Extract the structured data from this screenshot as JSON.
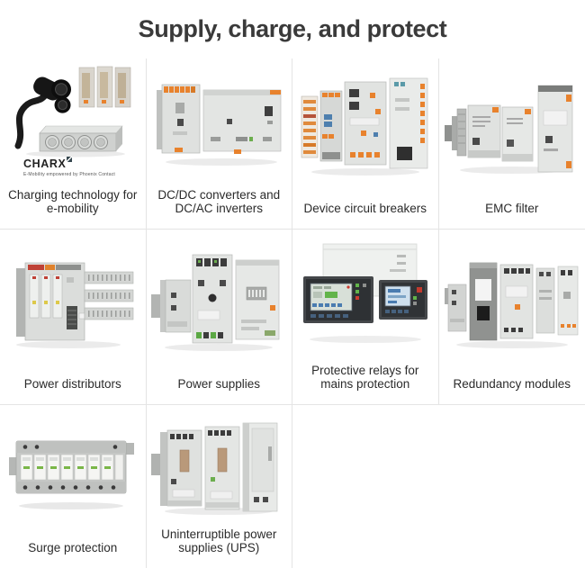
{
  "page": {
    "title": "Supply, charge, and protect"
  },
  "colors": {
    "accent_orange": "#e8822d",
    "device_grey": "#dcdedc",
    "grid_line": "#e4e4e4",
    "title_text": "#3a3a3a",
    "label_text": "#2b2b2b",
    "relay_dark": "#44474a",
    "led_green": "#7ab648"
  },
  "charx": {
    "brand": "CHARX",
    "tagline": "E-Mobility empowered by Phoenix Contact",
    "logo_icon": "phoenix-contact-logo-icon"
  },
  "categories": [
    {
      "label": "Charging technology for e-mobility",
      "image": "ev-charging-products-image"
    },
    {
      "label": "DC/DC converters and DC/AC inverters",
      "image": "dc-converters-image"
    },
    {
      "label": "Device circuit breakers",
      "image": "circuit-breakers-image"
    },
    {
      "label": "EMC filter",
      "image": "emc-filter-image"
    },
    {
      "label": "Power distributors",
      "image": "power-distributors-image"
    },
    {
      "label": "Power supplies",
      "image": "power-supplies-image"
    },
    {
      "label": "Protective relays for mains protection",
      "image": "protective-relays-image"
    },
    {
      "label": "Redundancy modules",
      "image": "redundancy-modules-image"
    },
    {
      "label": "Surge protection",
      "image": "surge-protection-image"
    },
    {
      "label": "Uninterruptible power supplies (UPS)",
      "image": "ups-image"
    }
  ]
}
